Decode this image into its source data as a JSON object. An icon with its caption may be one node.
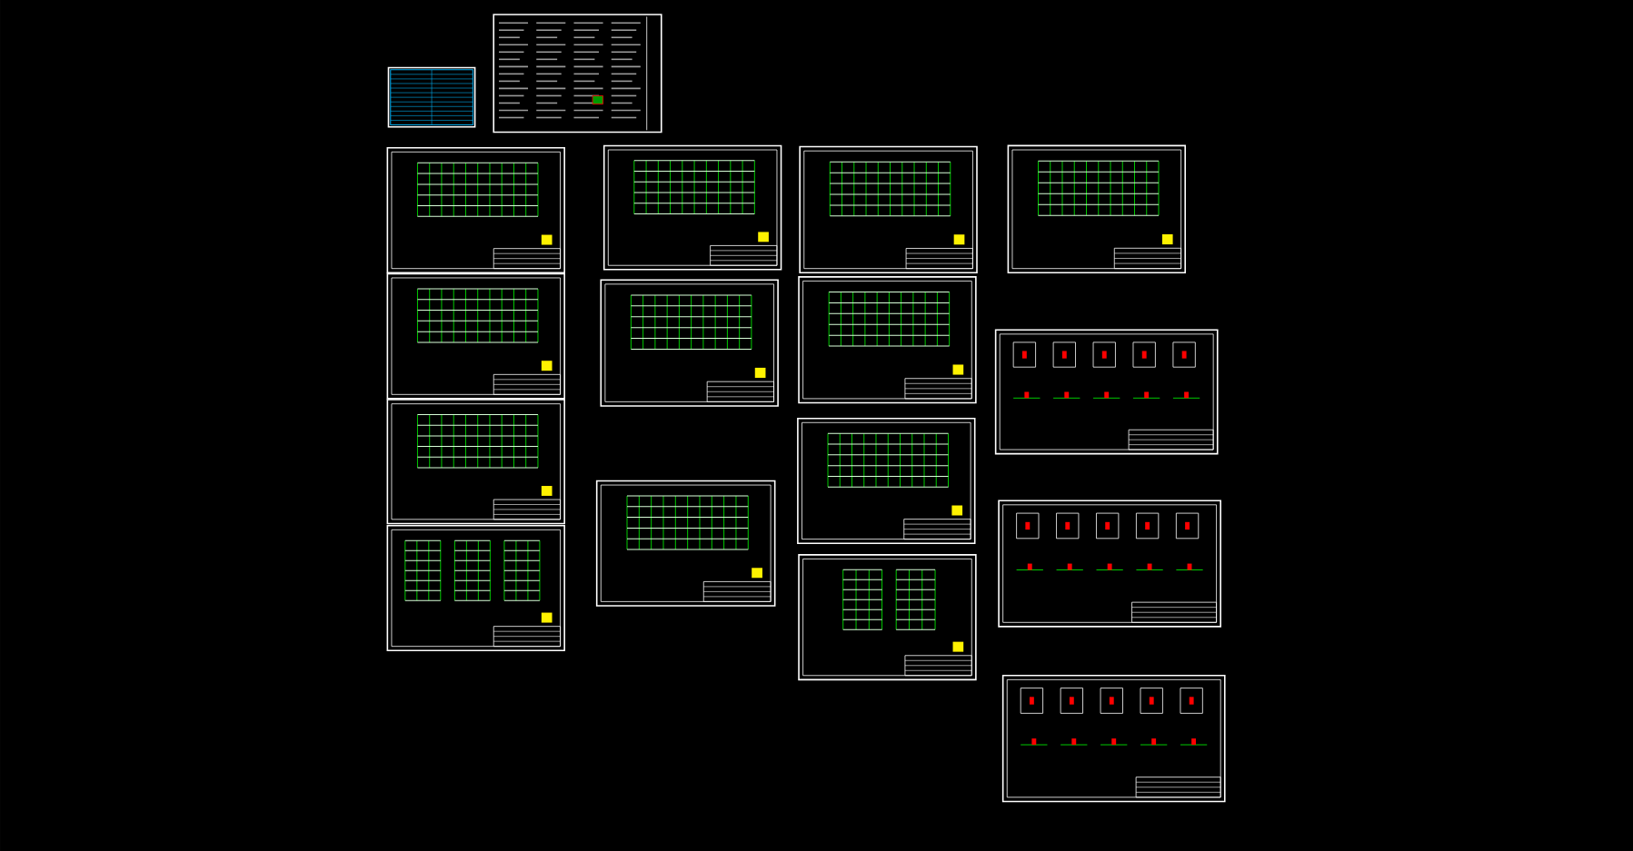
{
  "diagram": {
    "nodes": [
      {
        "text": [],
        "shape": "picture"
      },
      {
        "text": [],
        "shape": "picture"
      },
      {
        "text": [],
        "shape": "picture"
      },
      {
        "text": [],
        "shape": "picture"
      },
      {
        "text": [],
        "shape": "picture"
      },
      {
        "text": [],
        "shape": "picture"
      },
      {
        "text": [],
        "shape": "picture"
      },
      {
        "text": [],
        "shape": "picture"
      },
      {
        "text": [],
        "shape": "picture"
      },
      {
        "text": [],
        "shape": "picture"
      },
      {
        "text": [],
        "shape": "picture"
      },
      {
        "text": [],
        "shape": "picture"
      },
      {
        "text": [],
        "shape": "picture"
      },
      {
        "text": [],
        "shape": "picture"
      },
      {
        "text": [],
        "shape": "picture"
      },
      {
        "text": [],
        "shape": "picture"
      },
      {
        "text": [],
        "shape": "picture"
      }
    ]
  }
}
